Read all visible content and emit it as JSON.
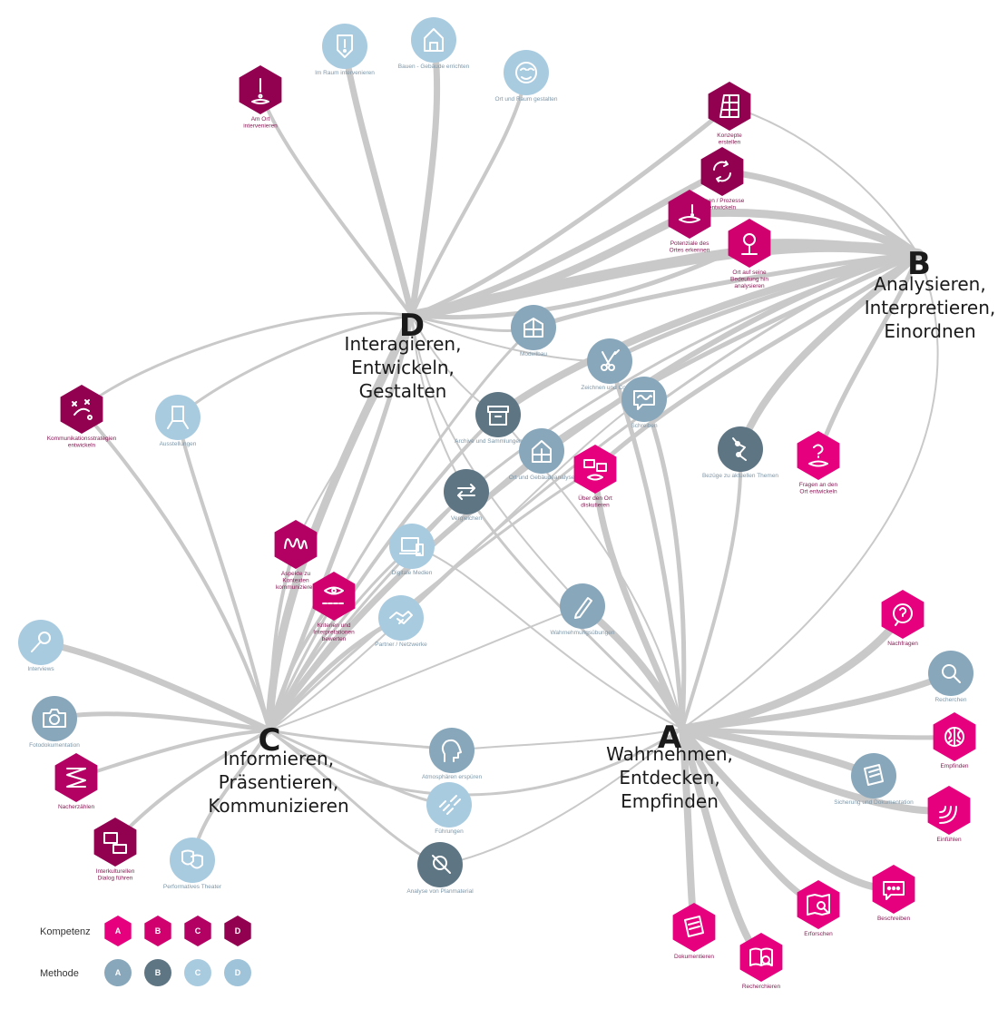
{
  "hubs": [
    {
      "id": "A",
      "letter": "A",
      "lines": [
        "Wahrnehmen,",
        "Entdecken,",
        "Empfinden"
      ]
    },
    {
      "id": "B",
      "letter": "B",
      "lines": [
        "Analysieren,",
        "Interpretieren,",
        "Einordnen"
      ]
    },
    {
      "id": "C",
      "letter": "C",
      "lines": [
        "Informieren,",
        "Präsentieren,",
        "Kommunizieren"
      ]
    },
    {
      "id": "D",
      "letter": "D",
      "lines": [
        "Interagieren,",
        "Entwickeln,",
        "Gestalten"
      ]
    }
  ],
  "nodes": [
    {
      "id": "n1",
      "kind": "kompetenz",
      "group": "D",
      "label": [
        "Am Ort",
        "intervenieren"
      ],
      "icon": "exclamation-icon"
    },
    {
      "id": "n2",
      "kind": "methode",
      "group": "C",
      "label": [
        "Im Raum intervenieren"
      ],
      "icon": "alert-tag-icon"
    },
    {
      "id": "n3",
      "kind": "methode",
      "group": "C",
      "label": [
        "Bauen - Gebäude errichten"
      ],
      "icon": "house-icon"
    },
    {
      "id": "n4",
      "kind": "methode",
      "group": "C",
      "label": [
        "Ort und Raum gestalten"
      ],
      "icon": "mask-icon"
    },
    {
      "id": "n5",
      "kind": "kompetenz",
      "group": "D",
      "label": [
        "Konzepte",
        "erstellen"
      ],
      "icon": "building-icon"
    },
    {
      "id": "n6",
      "kind": "kompetenz",
      "group": "D",
      "label": [
        "Ideen / Prozesse",
        "entwickeln"
      ],
      "icon": "cycle-icon"
    },
    {
      "id": "n7",
      "kind": "kompetenz",
      "group": "C",
      "label": [
        "Potenziale des",
        "Ortes erkennen"
      ],
      "icon": "spot-icon"
    },
    {
      "id": "n8",
      "kind": "kompetenz",
      "group": "B",
      "label": [
        "Ort auf seine",
        "Bedeutung hin",
        "analysieren"
      ],
      "icon": "magnifier-icon"
    },
    {
      "id": "n9",
      "kind": "kompetenz",
      "group": "D",
      "label": [
        "Kommunikationsstrategien",
        "entwickeln"
      ],
      "icon": "strategy-icon"
    },
    {
      "id": "n10",
      "kind": "methode",
      "group": "C",
      "label": [
        "Ausstellungen"
      ],
      "icon": "exhibit-icon"
    },
    {
      "id": "n11",
      "kind": "methode",
      "group": "A",
      "label": [
        "Modellbau"
      ],
      "icon": "model-icon"
    },
    {
      "id": "n12",
      "kind": "methode",
      "group": "A",
      "label": [
        "Zeichnen und Collage"
      ],
      "icon": "scissors-icon"
    },
    {
      "id": "n13",
      "kind": "methode",
      "group": "A",
      "label": [
        "Schreiben"
      ],
      "icon": "wave-bubble-icon"
    },
    {
      "id": "n14",
      "kind": "methode",
      "group": "B",
      "label": [
        "Archive und Sammlungen nutzen"
      ],
      "icon": "archive-icon"
    },
    {
      "id": "n15",
      "kind": "methode",
      "group": "A",
      "label": [
        "Ort und Gebäudeanalyse"
      ],
      "icon": "house-plan-icon"
    },
    {
      "id": "n16",
      "kind": "kompetenz",
      "group": "A",
      "label": [
        "Über den Ort",
        "diskutieren"
      ],
      "icon": "discussion-icon"
    },
    {
      "id": "n17",
      "kind": "methode",
      "group": "B",
      "label": [
        "Bezüge zu aktuellen Themen"
      ],
      "icon": "path-icon"
    },
    {
      "id": "n18",
      "kind": "kompetenz",
      "group": "A",
      "label": [
        "Fragen an den",
        "Ort entwickeln"
      ],
      "icon": "question-spot-icon"
    },
    {
      "id": "n19",
      "kind": "methode",
      "group": "B",
      "label": [
        "Vergleichen"
      ],
      "icon": "arrows-icon"
    },
    {
      "id": "n20",
      "kind": "methode",
      "group": "C",
      "label": [
        "Digitale Medien"
      ],
      "icon": "devices-icon"
    },
    {
      "id": "n21",
      "kind": "kompetenz",
      "group": "C",
      "label": [
        "Aspekte zu",
        "Kontexten",
        "kommunizieren"
      ],
      "icon": "script-icon"
    },
    {
      "id": "n22",
      "kind": "kompetenz",
      "group": "B",
      "label": [
        "Kriterien und",
        "Interpretationen",
        "bewerten"
      ],
      "icon": "rating-icon"
    },
    {
      "id": "n23",
      "kind": "methode",
      "group": "C",
      "label": [
        "Partner / Netzwerke"
      ],
      "icon": "handshake-icon"
    },
    {
      "id": "n24",
      "kind": "methode",
      "group": "A",
      "label": [
        "Wahrnehmungsübungen"
      ],
      "icon": "pencil-icon"
    },
    {
      "id": "n25",
      "kind": "kompetenz",
      "group": "A",
      "label": [
        "Nachfragen"
      ],
      "icon": "question-bubble-icon"
    },
    {
      "id": "n26",
      "kind": "methode",
      "group": "A",
      "label": [
        "Recherchen"
      ],
      "icon": "search-icon"
    },
    {
      "id": "n27",
      "kind": "kompetenz",
      "group": "A",
      "label": [
        "Empfinden"
      ],
      "icon": "brain-icon"
    },
    {
      "id": "n28",
      "kind": "methode",
      "group": "A",
      "label": [
        "Sicherung und Dokumentation"
      ],
      "icon": "notebook-icon"
    },
    {
      "id": "n29",
      "kind": "kompetenz",
      "group": "A",
      "label": [
        "Einfühlen"
      ],
      "icon": "signal-icon"
    },
    {
      "id": "n30",
      "kind": "kompetenz",
      "group": "A",
      "label": [
        "Beschreiben"
      ],
      "icon": "chat-icon"
    },
    {
      "id": "n31",
      "kind": "kompetenz",
      "group": "A",
      "label": [
        "Erforschen"
      ],
      "icon": "map-search-icon"
    },
    {
      "id": "n32",
      "kind": "kompetenz",
      "group": "A",
      "label": [
        "Dokumentieren"
      ],
      "icon": "document-icon"
    },
    {
      "id": "n33",
      "kind": "kompetenz",
      "group": "A",
      "label": [
        "Recherchieren"
      ],
      "icon": "book-search-icon"
    },
    {
      "id": "n34",
      "kind": "methode",
      "group": "C",
      "label": [
        "Interviews"
      ],
      "icon": "microphone-icon"
    },
    {
      "id": "n35",
      "kind": "methode",
      "group": "A",
      "label": [
        "Fotodokumentation"
      ],
      "icon": "camera-icon"
    },
    {
      "id": "n36",
      "kind": "kompetenz",
      "group": "C",
      "label": [
        "Nacherzählen"
      ],
      "icon": "zigzag-icon"
    },
    {
      "id": "n37",
      "kind": "kompetenz",
      "group": "D",
      "label": [
        "Interkulturellen",
        "Dialog führen"
      ],
      "icon": "language-icon"
    },
    {
      "id": "n38",
      "kind": "methode",
      "group": "C",
      "label": [
        "Performatives Theater"
      ],
      "icon": "theater-icon"
    },
    {
      "id": "n39",
      "kind": "methode",
      "group": "A",
      "label": [
        "Atmosphären erspüren"
      ],
      "icon": "head-icon"
    },
    {
      "id": "n40",
      "kind": "methode",
      "group": "C",
      "label": [
        "Führungen"
      ],
      "icon": "footsteps-icon"
    },
    {
      "id": "n41",
      "kind": "methode",
      "group": "B",
      "label": [
        "Analyse von Planmaterial"
      ],
      "icon": "plan-analysis-icon"
    }
  ],
  "legend": {
    "rows": [
      {
        "title": "Kompetenz",
        "kind": "kompetenz",
        "items": [
          "A",
          "B",
          "C",
          "D"
        ]
      },
      {
        "title": "Methode",
        "kind": "methode",
        "items": [
          "A",
          "B",
          "C",
          "D"
        ]
      }
    ]
  },
  "colors": {
    "kompetenz": {
      "A": "#e6007e",
      "B": "#d1006f",
      "C": "#b30063",
      "D": "#920050"
    },
    "methode": {
      "A": "#88a7bb",
      "B": "#5e7584",
      "C": "#a9cbe0",
      "D": "#9fc3d9"
    },
    "edge": "#c9c9c9",
    "hubText": "#1a1a1a"
  }
}
